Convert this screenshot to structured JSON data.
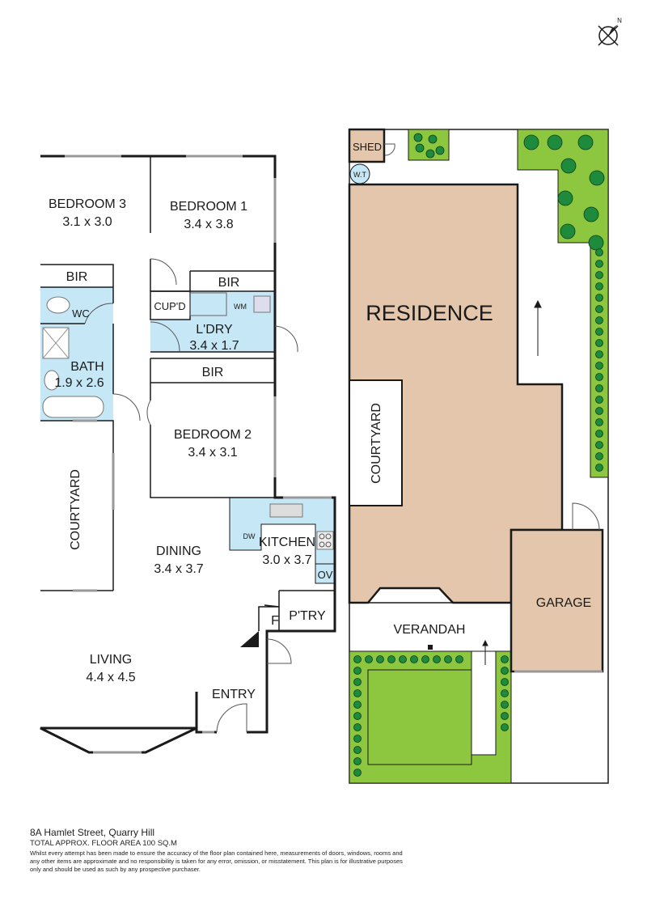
{
  "compass": {
    "north_label": "N"
  },
  "floor_plan": {
    "rooms": {
      "bedroom3": {
        "name": "BEDROOM 3",
        "size": "3.1 x 3.0"
      },
      "bedroom1": {
        "name": "BEDROOM 1",
        "size": "3.4 x 3.8"
      },
      "bir_bed3": "BIR",
      "bir_bed1": "BIR",
      "wc": "WC",
      "bath": {
        "name": "BATH",
        "size": "1.9 x 2.6"
      },
      "cupd": "CUP'D",
      "wm": "WM",
      "laundry": {
        "name": "L'DRY",
        "size": "3.4 x 1.7"
      },
      "bir_bed2": "BIR",
      "bedroom2": {
        "name": "BEDROOM 2",
        "size": "3.4 x 3.1"
      },
      "courtyard": "COURTYARD",
      "dining": {
        "name": "DINING",
        "size": "3.4 x 3.7"
      },
      "kitchen": {
        "name": "KITCHEN",
        "size": "3.0 x 3.7"
      },
      "dw": "DW",
      "ov": "OV",
      "f": "F",
      "pantry": "P'TRY",
      "living": {
        "name": "LIVING",
        "size": "4.4 x 4.5"
      },
      "entry": "ENTRY"
    }
  },
  "site_plan": {
    "shed": "SHED",
    "water_tank": "W.T",
    "residence": "RESIDENCE",
    "courtyard": "COURTYARD",
    "garage": "GARAGE",
    "verandah": "VERANDAH"
  },
  "footer": {
    "address": "8A Hamlet Street, Quarry Hill",
    "floor_area": "TOTAL APPROX. FLOOR AREA 100 SQ.M",
    "disclaimer": "Whilst every attempt has been made to ensure the accuracy of the floor plan contained here, measurements of doors, windows, rooms and any other items are approximate and no responsibility is taken for any error, omission, or misstatement. This plan is for illustrative purposes only and should be used as such by any prospective purchaser."
  },
  "colors": {
    "residence": "#e3c6ab",
    "lawn": "#8dc63f",
    "tree": "#1e8a3c",
    "wet_area": "#c6e7f6",
    "wall": "#1a1a1a"
  }
}
